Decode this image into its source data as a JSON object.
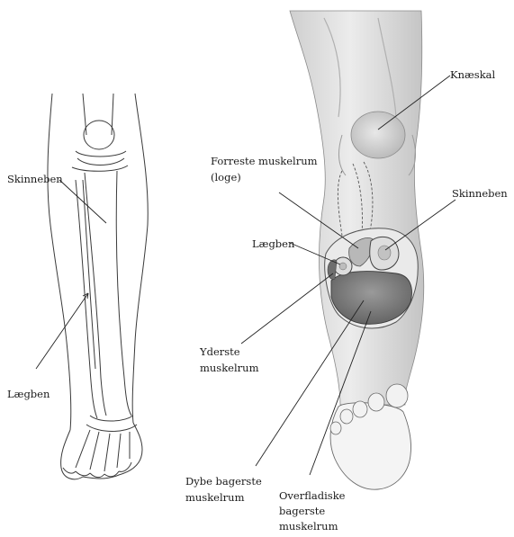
{
  "labels": {
    "left_skinneben": "Skinneben",
    "left_laegben": "Lægben",
    "knaeskal": "Knæskal",
    "forreste_line1": "Forreste muskelrum",
    "forreste_line2": "(loge)",
    "right_skinneben": "Skinneben",
    "right_laegben": "Lægben",
    "yderste_line1": "Yderste",
    "yderste_line2": "muskelrum",
    "dybe_line1": "Dybe bagerste",
    "dybe_line2": "muskelrum",
    "overfladiske_line1": "Overfladiske",
    "overfladiske_line2": "bagerste",
    "overfladiske_line3": "muskelrum"
  },
  "colors": {
    "outline": "#3a3a3a",
    "leader": "#222222",
    "skin_light": "#e4e4e4",
    "skin_mid": "#c9c9c9",
    "skin_dark": "#a9a9a9",
    "bone": "#d6d6d6",
    "cavity": "#7a7a7a"
  }
}
